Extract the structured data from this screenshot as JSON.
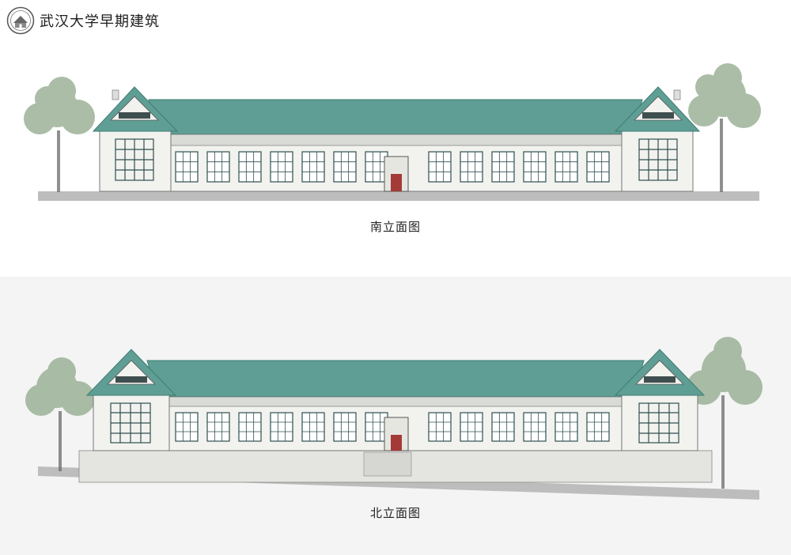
{
  "header": {
    "brand_title": "武汉大学早期建筑",
    "logo_icon": "university-seal-icon"
  },
  "drawings": [
    {
      "id": "south",
      "caption": "南立面图"
    },
    {
      "id": "north",
      "caption": "北立面图"
    }
  ],
  "colors": {
    "roof": "#5f9e94",
    "roof_dark": "#3f7d74",
    "wall": "#f2f2ef",
    "window_frame": "#2f4f4f",
    "door": "#a33a38",
    "ground": "#bdbdbd",
    "tree_leaf": "#8fa88a"
  }
}
